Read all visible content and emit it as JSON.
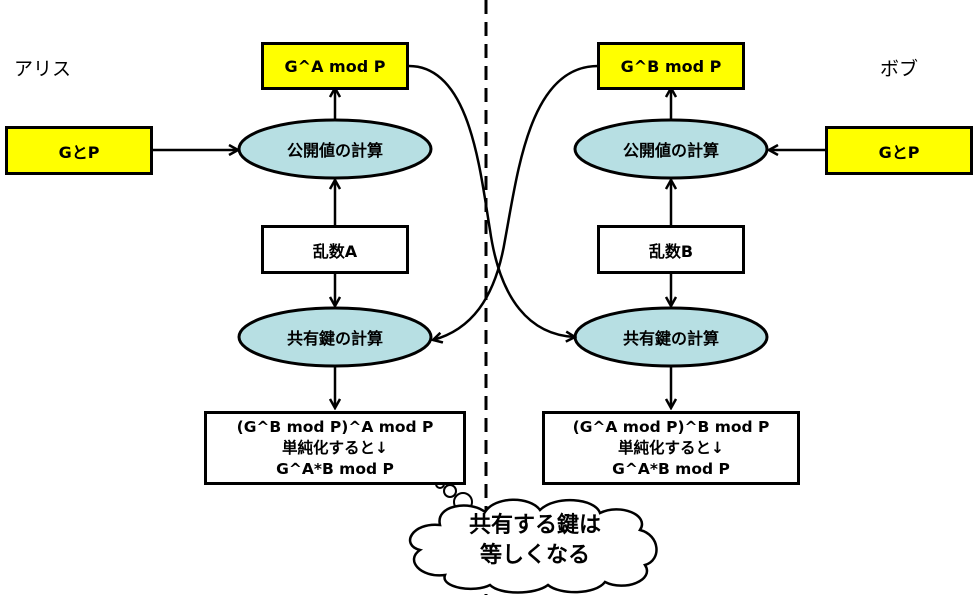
{
  "colors": {
    "input_box": "#ffff00",
    "process_ellipse": "#b7dfe3",
    "stroke": "#000000",
    "background": "#ffffff"
  },
  "alice": {
    "label": "アリス",
    "input": "GとP",
    "public_value": "G^A mod P",
    "public_calc": "公開値の計算",
    "random": "乱数A",
    "shared_calc": "共有鍵の計算",
    "result_lines": [
      "(G^B mod P)^A mod P",
      "単純化すると↓",
      "G^A*B mod P"
    ]
  },
  "bob": {
    "label": "ボブ",
    "input": "GとP",
    "public_value": "G^B mod P",
    "public_calc": "公開値の計算",
    "random": "乱数B",
    "shared_calc": "共有鍵の計算",
    "result_lines": [
      "(G^A mod P)^B mod P",
      "単純化すると↓",
      "G^A*B mod P"
    ]
  },
  "callout": {
    "lines": [
      "共有する鍵は",
      "等しくなる"
    ]
  }
}
